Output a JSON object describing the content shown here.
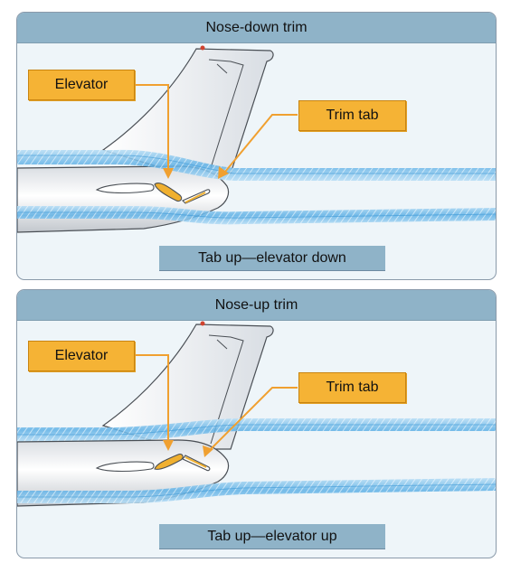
{
  "panels": [
    {
      "title": "Nose-down trim",
      "caption": "Tab up—elevator down",
      "elevator_label": "Elevator",
      "trim_tab_label": "Trim tab"
    },
    {
      "title": "Nose-up trim",
      "caption": "Tab up—elevator up",
      "elevator_label": "Elevator",
      "trim_tab_label": "Trim tab"
    }
  ],
  "colors": {
    "panel_header": "#8fb3c8",
    "panel_background": "#eef5f9",
    "callout_fill": "#f5b335",
    "leader_line": "#f0a030",
    "airflow": "#64b4e6"
  }
}
